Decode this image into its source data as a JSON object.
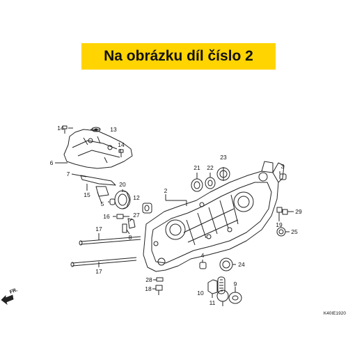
{
  "banner": {
    "text": "Na obrázku díl číslo 2",
    "background": "#ffd400"
  },
  "drawing_code": "K40IE1920",
  "direction_label": "FR.",
  "colors": {
    "line": "#222222",
    "text": "#111111"
  },
  "callouts": [
    {
      "id": "14a",
      "text": "14"
    },
    {
      "id": "13",
      "text": "13"
    },
    {
      "id": "6",
      "text": "6"
    },
    {
      "id": "14b",
      "text": "14"
    },
    {
      "id": "7",
      "text": "7"
    },
    {
      "id": "15",
      "text": "15"
    },
    {
      "id": "20",
      "text": "20"
    },
    {
      "id": "5",
      "text": "5"
    },
    {
      "id": "23",
      "text": "23"
    },
    {
      "id": "21",
      "text": "21"
    },
    {
      "id": "22",
      "text": "22"
    },
    {
      "id": "12",
      "text": "12"
    },
    {
      "id": "3",
      "text": "3"
    },
    {
      "id": "2",
      "text": "2"
    },
    {
      "id": "16",
      "text": "16"
    },
    {
      "id": "27",
      "text": "27"
    },
    {
      "id": "8",
      "text": "8"
    },
    {
      "id": "17a",
      "text": "17"
    },
    {
      "id": "17b",
      "text": "17"
    },
    {
      "id": "19",
      "text": "19"
    },
    {
      "id": "29",
      "text": "29"
    },
    {
      "id": "25",
      "text": "25"
    },
    {
      "id": "4",
      "text": "4"
    },
    {
      "id": "24",
      "text": "24"
    },
    {
      "id": "28",
      "text": "28"
    },
    {
      "id": "18",
      "text": "18"
    },
    {
      "id": "10",
      "text": "10"
    },
    {
      "id": "11",
      "text": "11"
    },
    {
      "id": "9",
      "text": "9"
    }
  ]
}
